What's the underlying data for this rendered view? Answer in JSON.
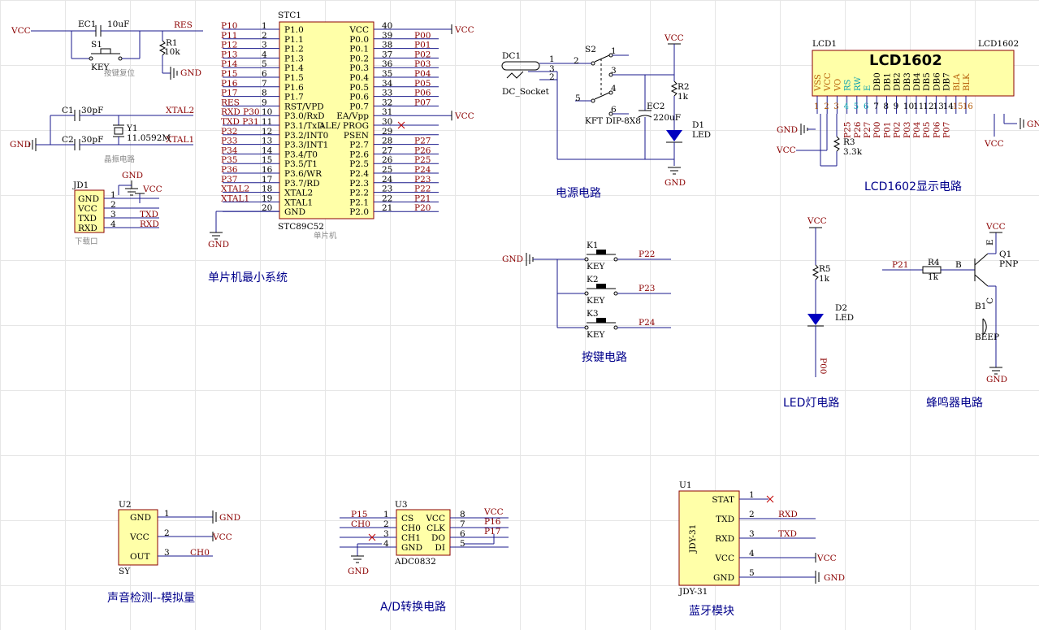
{
  "power": {
    "vcc": "VCC",
    "gnd": "GND"
  },
  "reset": {
    "cap_ref": "EC1",
    "cap_val": "10uF",
    "switch_ref": "S1",
    "switch_val": "KEY",
    "res_ref": "R1",
    "res_val": "10k",
    "net": "RES",
    "caption": "按键复位"
  },
  "crystal": {
    "c1_ref": "C1",
    "c1_val": "30pF",
    "c2_ref": "C2",
    "c2_val": "30pF",
    "y_ref": "Y1",
    "y_val": "11.0592M",
    "net1": "XTAL2",
    "net2": "XTAL1",
    "caption": "晶振电路"
  },
  "download": {
    "ref": "JD1",
    "pins": [
      "GND",
      "VCC",
      "TXD",
      "RXD"
    ],
    "nums": [
      "1",
      "2",
      "3",
      "4"
    ],
    "nets": [
      "GND",
      "VCC",
      "TXD",
      "RXD"
    ],
    "caption": "下载口"
  },
  "mcu": {
    "ref": "STC1",
    "part": "STC89C52",
    "caption": "单片机",
    "left_pins": [
      {
        "num": "1",
        "name": "P1.0",
        "net": "P10"
      },
      {
        "num": "2",
        "name": "P1.1",
        "net": "P11"
      },
      {
        "num": "3",
        "name": "P1.2",
        "net": "P12"
      },
      {
        "num": "4",
        "name": "P1.3",
        "net": "P13"
      },
      {
        "num": "5",
        "name": "P1.4",
        "net": "P14"
      },
      {
        "num": "6",
        "name": "P1.5",
        "net": "P15"
      },
      {
        "num": "7",
        "name": "P1.6",
        "net": "P16"
      },
      {
        "num": "8",
        "name": "P1.7",
        "net": "P17"
      },
      {
        "num": "9",
        "name": "RST/VPD",
        "net": "RES"
      },
      {
        "num": "10",
        "name": "P3.0/RxD",
        "net": "RXD P30"
      },
      {
        "num": "11",
        "name": "P3.1/TxD",
        "net": "TXD P31"
      },
      {
        "num": "12",
        "name": "P3.2/INT0",
        "net": "P32"
      },
      {
        "num": "13",
        "name": "P3.3/INT1",
        "net": "P33"
      },
      {
        "num": "14",
        "name": "P3.4/T0",
        "net": "P34"
      },
      {
        "num": "15",
        "name": "P3.5/T1",
        "net": "P35"
      },
      {
        "num": "16",
        "name": "P3.6/WR",
        "net": "P36"
      },
      {
        "num": "17",
        "name": "P3.7/RD",
        "net": "P37"
      },
      {
        "num": "18",
        "name": "XTAL2",
        "net": "XTAL2"
      },
      {
        "num": "19",
        "name": "XTAL1",
        "net": "XTAL1"
      },
      {
        "num": "20",
        "name": "GND",
        "net": ""
      }
    ],
    "right_pins": [
      {
        "num": "40",
        "name": "VCC",
        "net": "VCC"
      },
      {
        "num": "39",
        "name": "P0.0",
        "net": "P00"
      },
      {
        "num": "38",
        "name": "P0.1",
        "net": "P01"
      },
      {
        "num": "37",
        "name": "P0.2",
        "net": "P02"
      },
      {
        "num": "36",
        "name": "P0.3",
        "net": "P03"
      },
      {
        "num": "35",
        "name": "P0.4",
        "net": "P04"
      },
      {
        "num": "34",
        "name": "P0.5",
        "net": "P05"
      },
      {
        "num": "33",
        "name": "P0.6",
        "net": "P06"
      },
      {
        "num": "32",
        "name": "P0.7",
        "net": "P07"
      },
      {
        "num": "31",
        "name": "EA/Vpp",
        "net": "VCC"
      },
      {
        "num": "30",
        "name": "ALE/ PROG",
        "net": ""
      },
      {
        "num": "29",
        "name": "PSEN",
        "net": ""
      },
      {
        "num": "28",
        "name": "P2.7",
        "net": "P27"
      },
      {
        "num": "27",
        "name": "P2.6",
        "net": "P26"
      },
      {
        "num": "26",
        "name": "P2.5",
        "net": "P25"
      },
      {
        "num": "25",
        "name": "P2.4",
        "net": "P24"
      },
      {
        "num": "24",
        "name": "P2.3",
        "net": "P23"
      },
      {
        "num": "23",
        "name": "P2.2",
        "net": "P22"
      },
      {
        "num": "22",
        "name": "P2.1",
        "net": "P21"
      },
      {
        "num": "21",
        "name": "P2.0",
        "net": "P20"
      }
    ],
    "gnd_label": "GND",
    "section_title": "单片机最小系统"
  },
  "power_circuit": {
    "dc_ref": "DC1",
    "dc_val": "DC_Socket",
    "dc_pins": [
      "1",
      "3",
      "2"
    ],
    "sw_ref": "S2",
    "sw_val": "KFT DIP-8X8",
    "sw_pins": [
      "1",
      "2",
      "3",
      "4",
      "5",
      "6"
    ],
    "r2_ref": "R2",
    "r2_val": "1k",
    "ec2_ref": "EC2",
    "ec2_val": "220uF",
    "led_ref": "D1",
    "led_val": "LED",
    "section_title": "电源电路"
  },
  "lcd": {
    "ref": "LCD1",
    "part": "LCD1602",
    "title": "LCD1602",
    "pins": [
      {
        "num": "1",
        "name": "VSS",
        "net": ""
      },
      {
        "num": "2",
        "name": "VCC",
        "net": ""
      },
      {
        "num": "3",
        "name": "VO",
        "net": ""
      },
      {
        "num": "4",
        "name": "RS",
        "net": "P25"
      },
      {
        "num": "5",
        "name": "RW",
        "net": "P26"
      },
      {
        "num": "6",
        "name": "E",
        "net": "P27"
      },
      {
        "num": "7",
        "name": "DB0",
        "net": "P00"
      },
      {
        "num": "8",
        "name": "DB1",
        "net": "P01"
      },
      {
        "num": "9",
        "name": "DB2",
        "net": "P02"
      },
      {
        "num": "10",
        "name": "DB3",
        "net": "P03"
      },
      {
        "num": "11",
        "name": "DB4",
        "net": "P04"
      },
      {
        "num": "12",
        "name": "DB5",
        "net": "P05"
      },
      {
        "num": "13",
        "name": "DB6",
        "net": "P06"
      },
      {
        "num": "14",
        "name": "DB7",
        "net": "P07"
      },
      {
        "num": "15",
        "name": "BLA",
        "net": ""
      },
      {
        "num": "16",
        "name": "BLK",
        "net": ""
      }
    ],
    "r3_ref": "R3",
    "r3_val": "3.3k",
    "section_title": "LCD1602显示电路"
  },
  "keys": {
    "keys": [
      {
        "ref": "K1",
        "val": "KEY",
        "net": "P22"
      },
      {
        "ref": "K2",
        "val": "KEY",
        "net": "P23"
      },
      {
        "ref": "K3",
        "val": "KEY",
        "net": "P24"
      }
    ],
    "section_title": "按键电路"
  },
  "led": {
    "r_ref": "R5",
    "r_val": "1k",
    "d_ref": "D2",
    "d_val": "LED",
    "net": "P00",
    "section_title": "LED灯电路"
  },
  "buzzer": {
    "q_ref": "Q1",
    "q_val": "PNP",
    "r_ref": "R4",
    "r_val": "1k",
    "b_ref": "B1",
    "b_val": "BEEP",
    "net": "P21",
    "pin_b": "B",
    "pin_e": "E",
    "pin_c": "C",
    "section_title": "蜂鸣器电路"
  },
  "sound": {
    "ref": "U2",
    "part": "SY",
    "pins": [
      {
        "num": "1",
        "name": "GND",
        "net": "GND"
      },
      {
        "num": "2",
        "name": "VCC",
        "net": "VCC"
      },
      {
        "num": "3",
        "name": "OUT",
        "net": "CH0"
      }
    ],
    "section_title": "声音检测--模拟量"
  },
  "adc": {
    "ref": "U3",
    "part": "ADC0832",
    "left_pins": [
      {
        "num": "1",
        "name": "CS",
        "net": "P15"
      },
      {
        "num": "2",
        "name": "CH0",
        "net": "CH0"
      },
      {
        "num": "3",
        "name": "CH1",
        "net": ""
      },
      {
        "num": "4",
        "name": "GND",
        "net": ""
      }
    ],
    "right_pins": [
      {
        "num": "8",
        "name": "VCC",
        "net": "VCC"
      },
      {
        "num": "7",
        "name": "CLK",
        "net": "P16"
      },
      {
        "num": "6",
        "name": "DO",
        "net": "P17"
      },
      {
        "num": "5",
        "name": "DI",
        "net": ""
      }
    ],
    "section_title": "A/D转换电路"
  },
  "bt": {
    "ref": "U1",
    "part": "JDY-31",
    "body_label": "JDY-31",
    "pins": [
      {
        "num": "1",
        "name": "STAT",
        "net": ""
      },
      {
        "num": "2",
        "name": "TXD",
        "net": "RXD"
      },
      {
        "num": "3",
        "name": "RXD",
        "net": "TXD"
      },
      {
        "num": "4",
        "name": "VCC",
        "net": "VCC"
      },
      {
        "num": "5",
        "name": "GND",
        "net": "GND"
      }
    ],
    "section_title": "蓝牙模块"
  }
}
